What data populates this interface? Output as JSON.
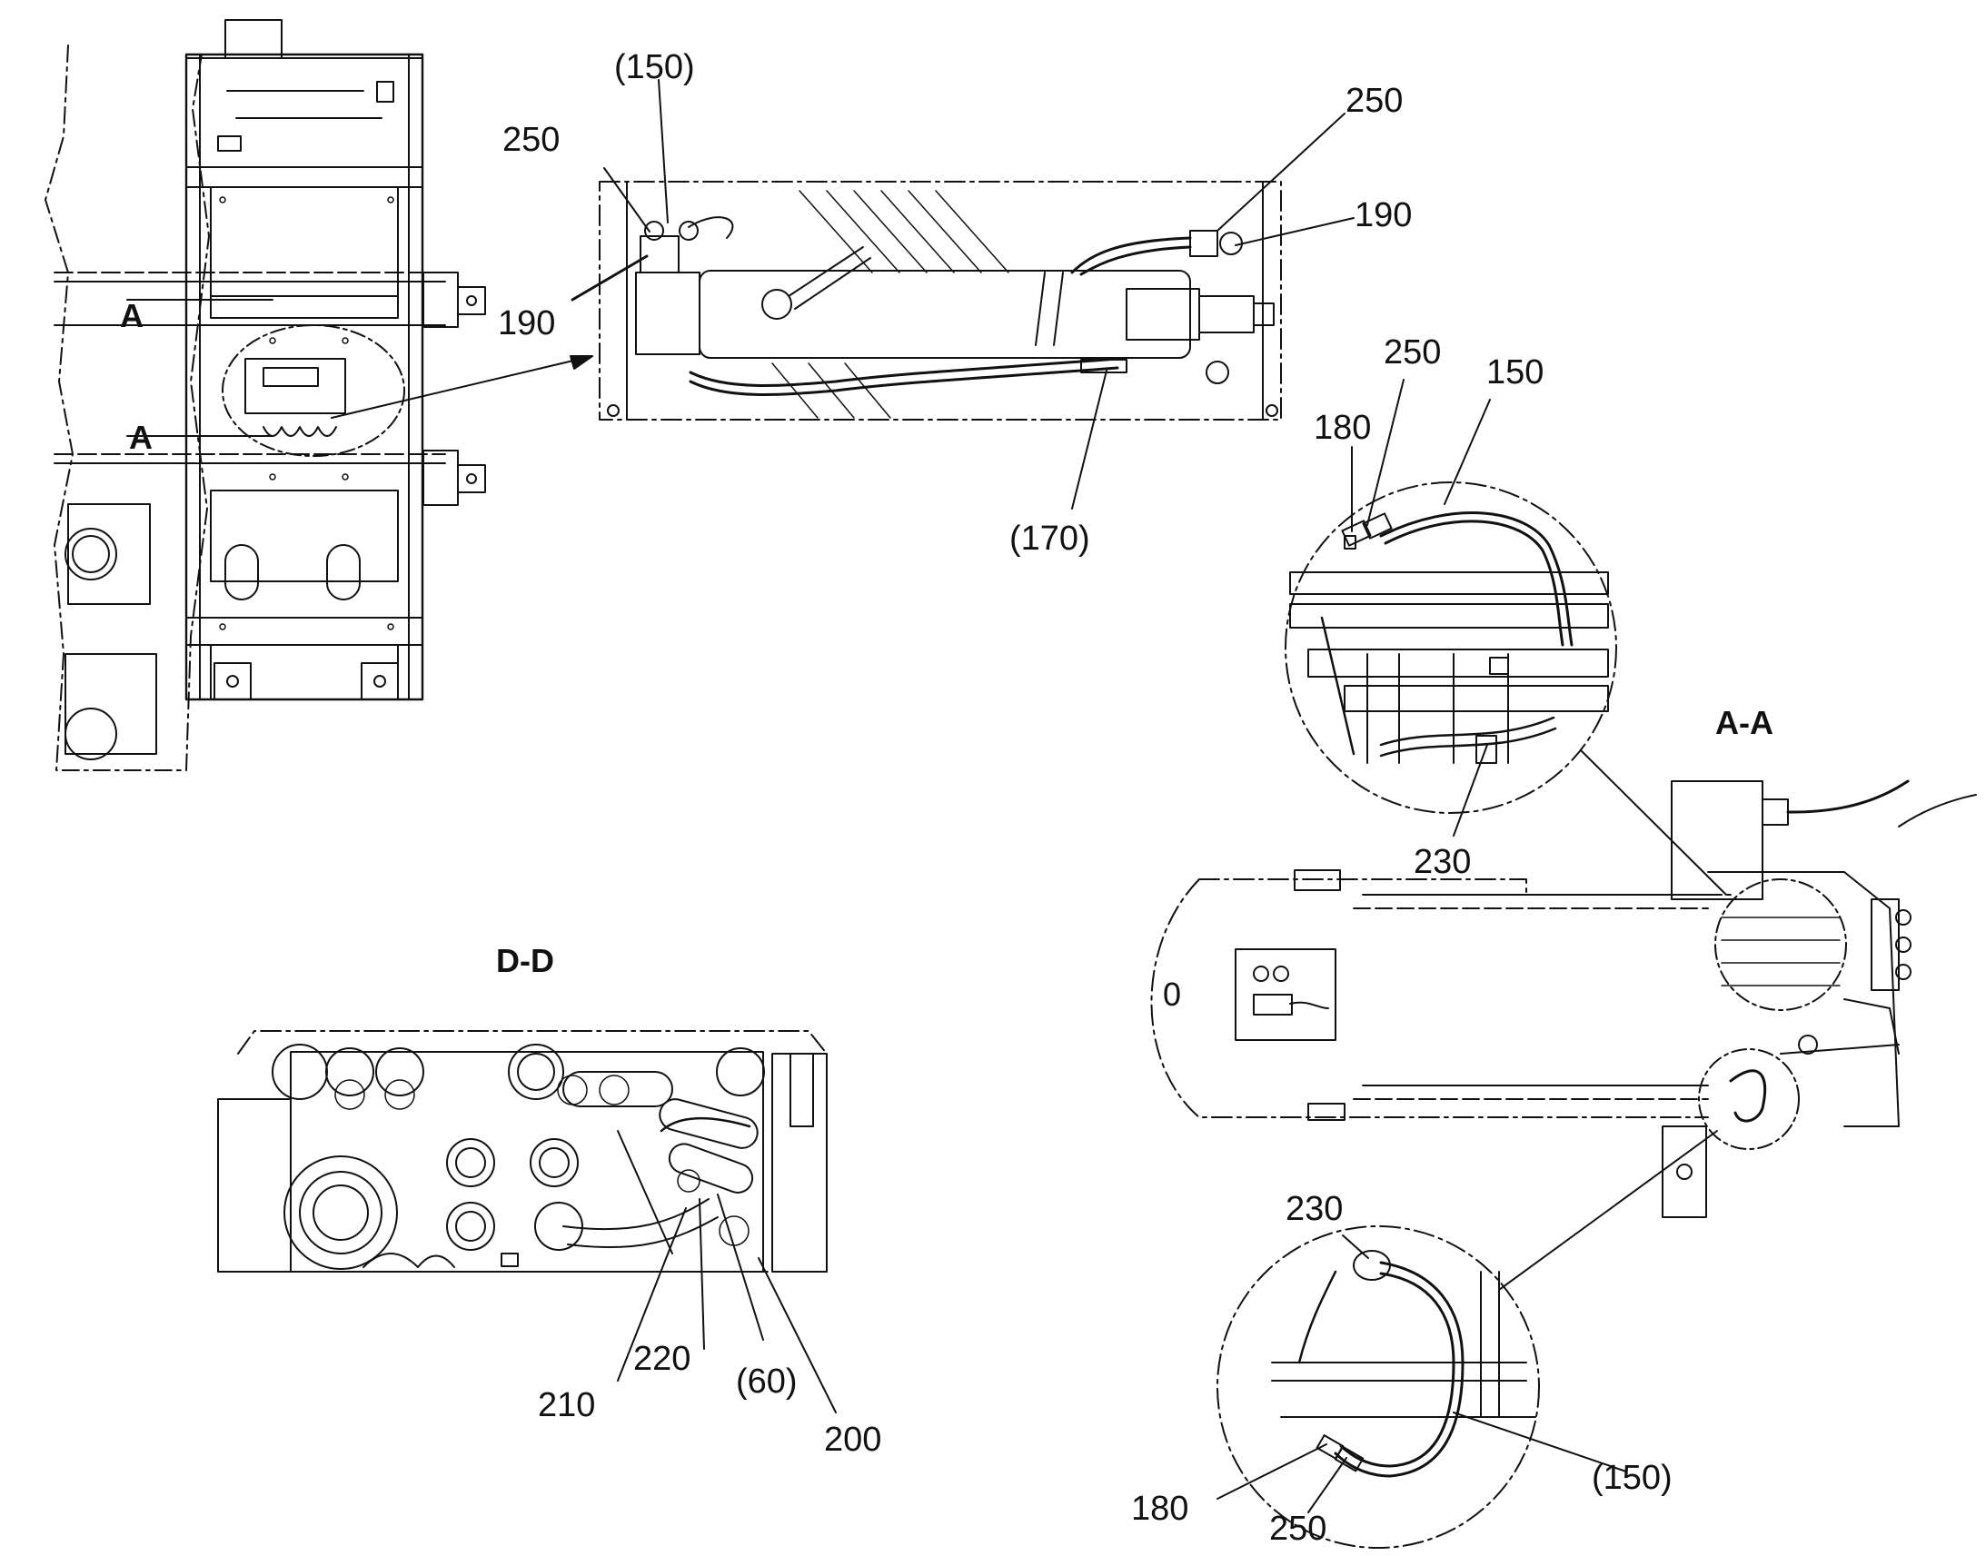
{
  "colors": {
    "ink": "#111111",
    "paper": "#ffffff"
  },
  "sections": {
    "cut_a_left_top": "A",
    "cut_a_left_bottom": "A",
    "view_aa": "A-A",
    "view_dd": "D-D"
  },
  "callouts": {
    "top_detail": {
      "l150_paren": "(150)",
      "l250_left": "250",
      "l190_left": "190",
      "l250_right": "250",
      "l190_right": "190",
      "l170_paren": "(170)"
    },
    "aa_upper_circle": {
      "l180": "180",
      "l250": "250",
      "l150": "150",
      "l230": "230"
    },
    "aa_lower_circle": {
      "l230": "230",
      "l180": "180",
      "l250": "250",
      "l150_paren": "(150)"
    },
    "dd_view": {
      "l210": "210",
      "l220": "220",
      "l60_paren": "(60)",
      "l200": "200"
    },
    "aa_body_marking": "0"
  }
}
